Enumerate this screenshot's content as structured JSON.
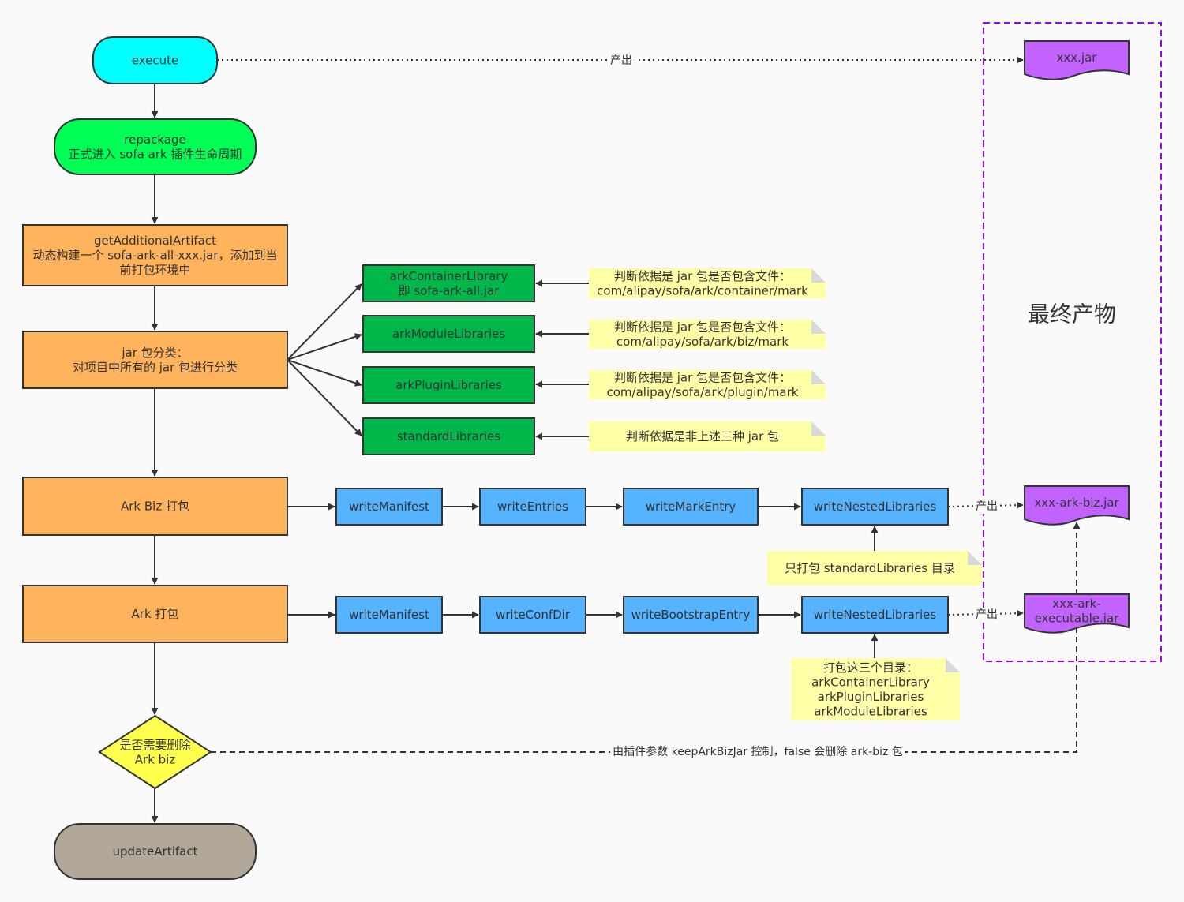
{
  "colors": {
    "terminal_cyan": "#00ffff",
    "terminal_green": "#00ff55",
    "terminal_gray": "#b1a899",
    "process_orange": "#ffb35c",
    "library_green": "#00b84a",
    "step_blue": "#55b3ff",
    "artifact_purple": "#c263ff",
    "decision_yellow": "#ffff4d",
    "note_yellow": "#ffffa8",
    "border": "#333333",
    "group_border": "#9900ff"
  },
  "nodes": {
    "execute": {
      "lines": [
        "execute"
      ]
    },
    "repackage": {
      "lines": [
        "repackage",
        "正式进入 sofa ark 插件生命周期"
      ]
    },
    "get_additional_artifact": {
      "lines": [
        "getAdditionalArtifact",
        "动态构建一个 sofa-ark-all-xxx.jar，添加到当",
        "前打包环境中"
      ]
    },
    "jar_classify": {
      "lines": [
        "jar 包分类：",
        "对项目中所有的 jar 包进行分类"
      ]
    },
    "ark_biz_pack": {
      "lines": [
        "Ark Biz 打包"
      ]
    },
    "ark_pack": {
      "lines": [
        "Ark 打包"
      ]
    },
    "delete_decision": {
      "lines": [
        "是否需要删除",
        "Ark biz"
      ]
    },
    "update_artifact": {
      "lines": [
        "updateArtifact"
      ]
    },
    "ark_container_library": {
      "lines": [
        "arkContainerLibrary",
        "即 sofa-ark-all.jar"
      ]
    },
    "ark_module_libraries": {
      "lines": [
        "arkModuleLibraries"
      ]
    },
    "ark_plugin_libraries": {
      "lines": [
        "arkPluginLibraries"
      ]
    },
    "standard_libraries": {
      "lines": [
        "standardLibraries"
      ]
    },
    "biz_write_manifest": {
      "lines": [
        "writeManifest"
      ]
    },
    "biz_write_entries": {
      "lines": [
        "writeEntries"
      ]
    },
    "biz_write_mark_entry": {
      "lines": [
        "writeMarkEntry"
      ]
    },
    "biz_write_nested_libraries": {
      "lines": [
        "writeNestedLibraries"
      ]
    },
    "ark_write_manifest": {
      "lines": [
        "writeManifest"
      ]
    },
    "ark_write_conf_dir": {
      "lines": [
        "writeConfDir"
      ]
    },
    "ark_write_bootstrap_entry": {
      "lines": [
        "writeBootstrapEntry"
      ]
    },
    "ark_write_nested_libraries": {
      "lines": [
        "writeNestedLibraries"
      ]
    },
    "xxx_jar": {
      "lines": [
        "xxx.jar"
      ]
    },
    "xxx_ark_biz_jar": {
      "lines": [
        "xxx-ark-biz.jar"
      ]
    },
    "xxx_ark_executable_jar": {
      "lines": [
        "xxx-ark-",
        "executable.jar"
      ]
    }
  },
  "notes": {
    "container_note": {
      "lines": [
        "判断依据是 jar 包是否包含文件：",
        "com/alipay/sofa/ark/container/mark"
      ]
    },
    "biz_note": {
      "lines": [
        "判断依据是 jar 包是否包含文件：",
        "com/alipay/sofa/ark/biz/mark"
      ]
    },
    "plugin_note": {
      "lines": [
        "判断依据是 jar 包是否包含文件：",
        "com/alipay/sofa/ark/plugin/mark"
      ]
    },
    "standard_note": {
      "lines": [
        "判断依据是非上述三种 jar 包"
      ]
    },
    "biz_nested_note": {
      "lines": [
        "只打包 standardLibraries 目录"
      ]
    },
    "ark_nested_note": {
      "lines": [
        "打包这三个目录：",
        "arkContainerLibrary",
        "arkPluginLibraries",
        "arkModuleLibraries"
      ]
    }
  },
  "edge_labels": {
    "produce_top": "产出",
    "produce_biz": "产出",
    "produce_ark": "产出",
    "keep_biz": "由插件参数 keepArkBizJar 控制，false 会删除 ark-biz 包"
  },
  "group": {
    "label": "最终产物"
  }
}
